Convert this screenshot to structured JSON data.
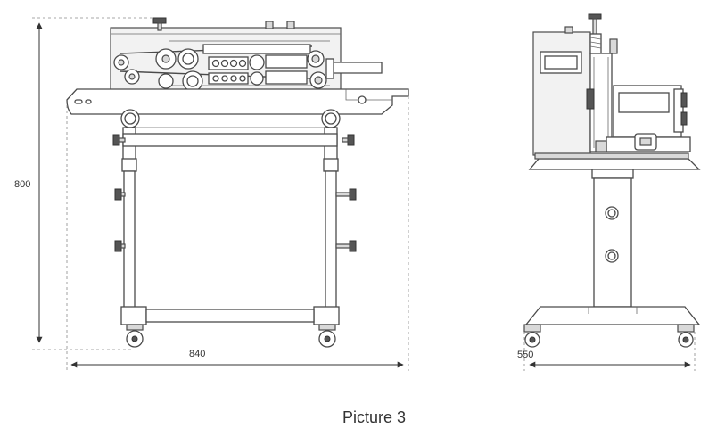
{
  "dimensions": {
    "height_label": "800",
    "width_label": "840",
    "depth_label": "550"
  },
  "caption": "Picture 3"
}
